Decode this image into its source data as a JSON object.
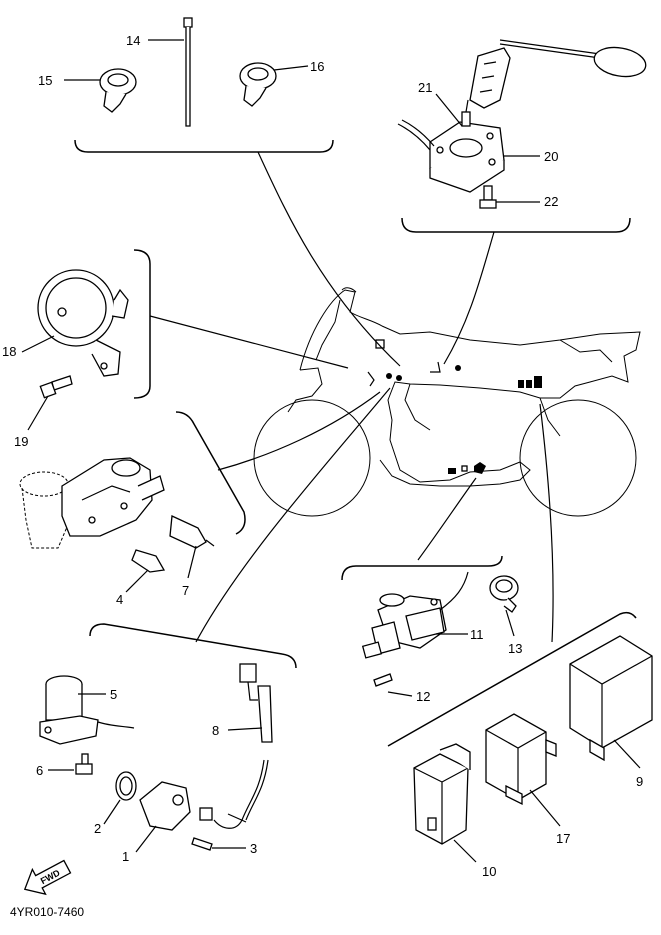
{
  "diagram": {
    "catalog_code": "4YR010-7460",
    "fwd_label": "FWD",
    "callouts": [
      "1",
      "2",
      "3",
      "4",
      "5",
      "6",
      "7",
      "8",
      "9",
      "10",
      "11",
      "12",
      "13",
      "14",
      "15",
      "16",
      "17",
      "18",
      "19",
      "20",
      "21",
      "22"
    ]
  }
}
